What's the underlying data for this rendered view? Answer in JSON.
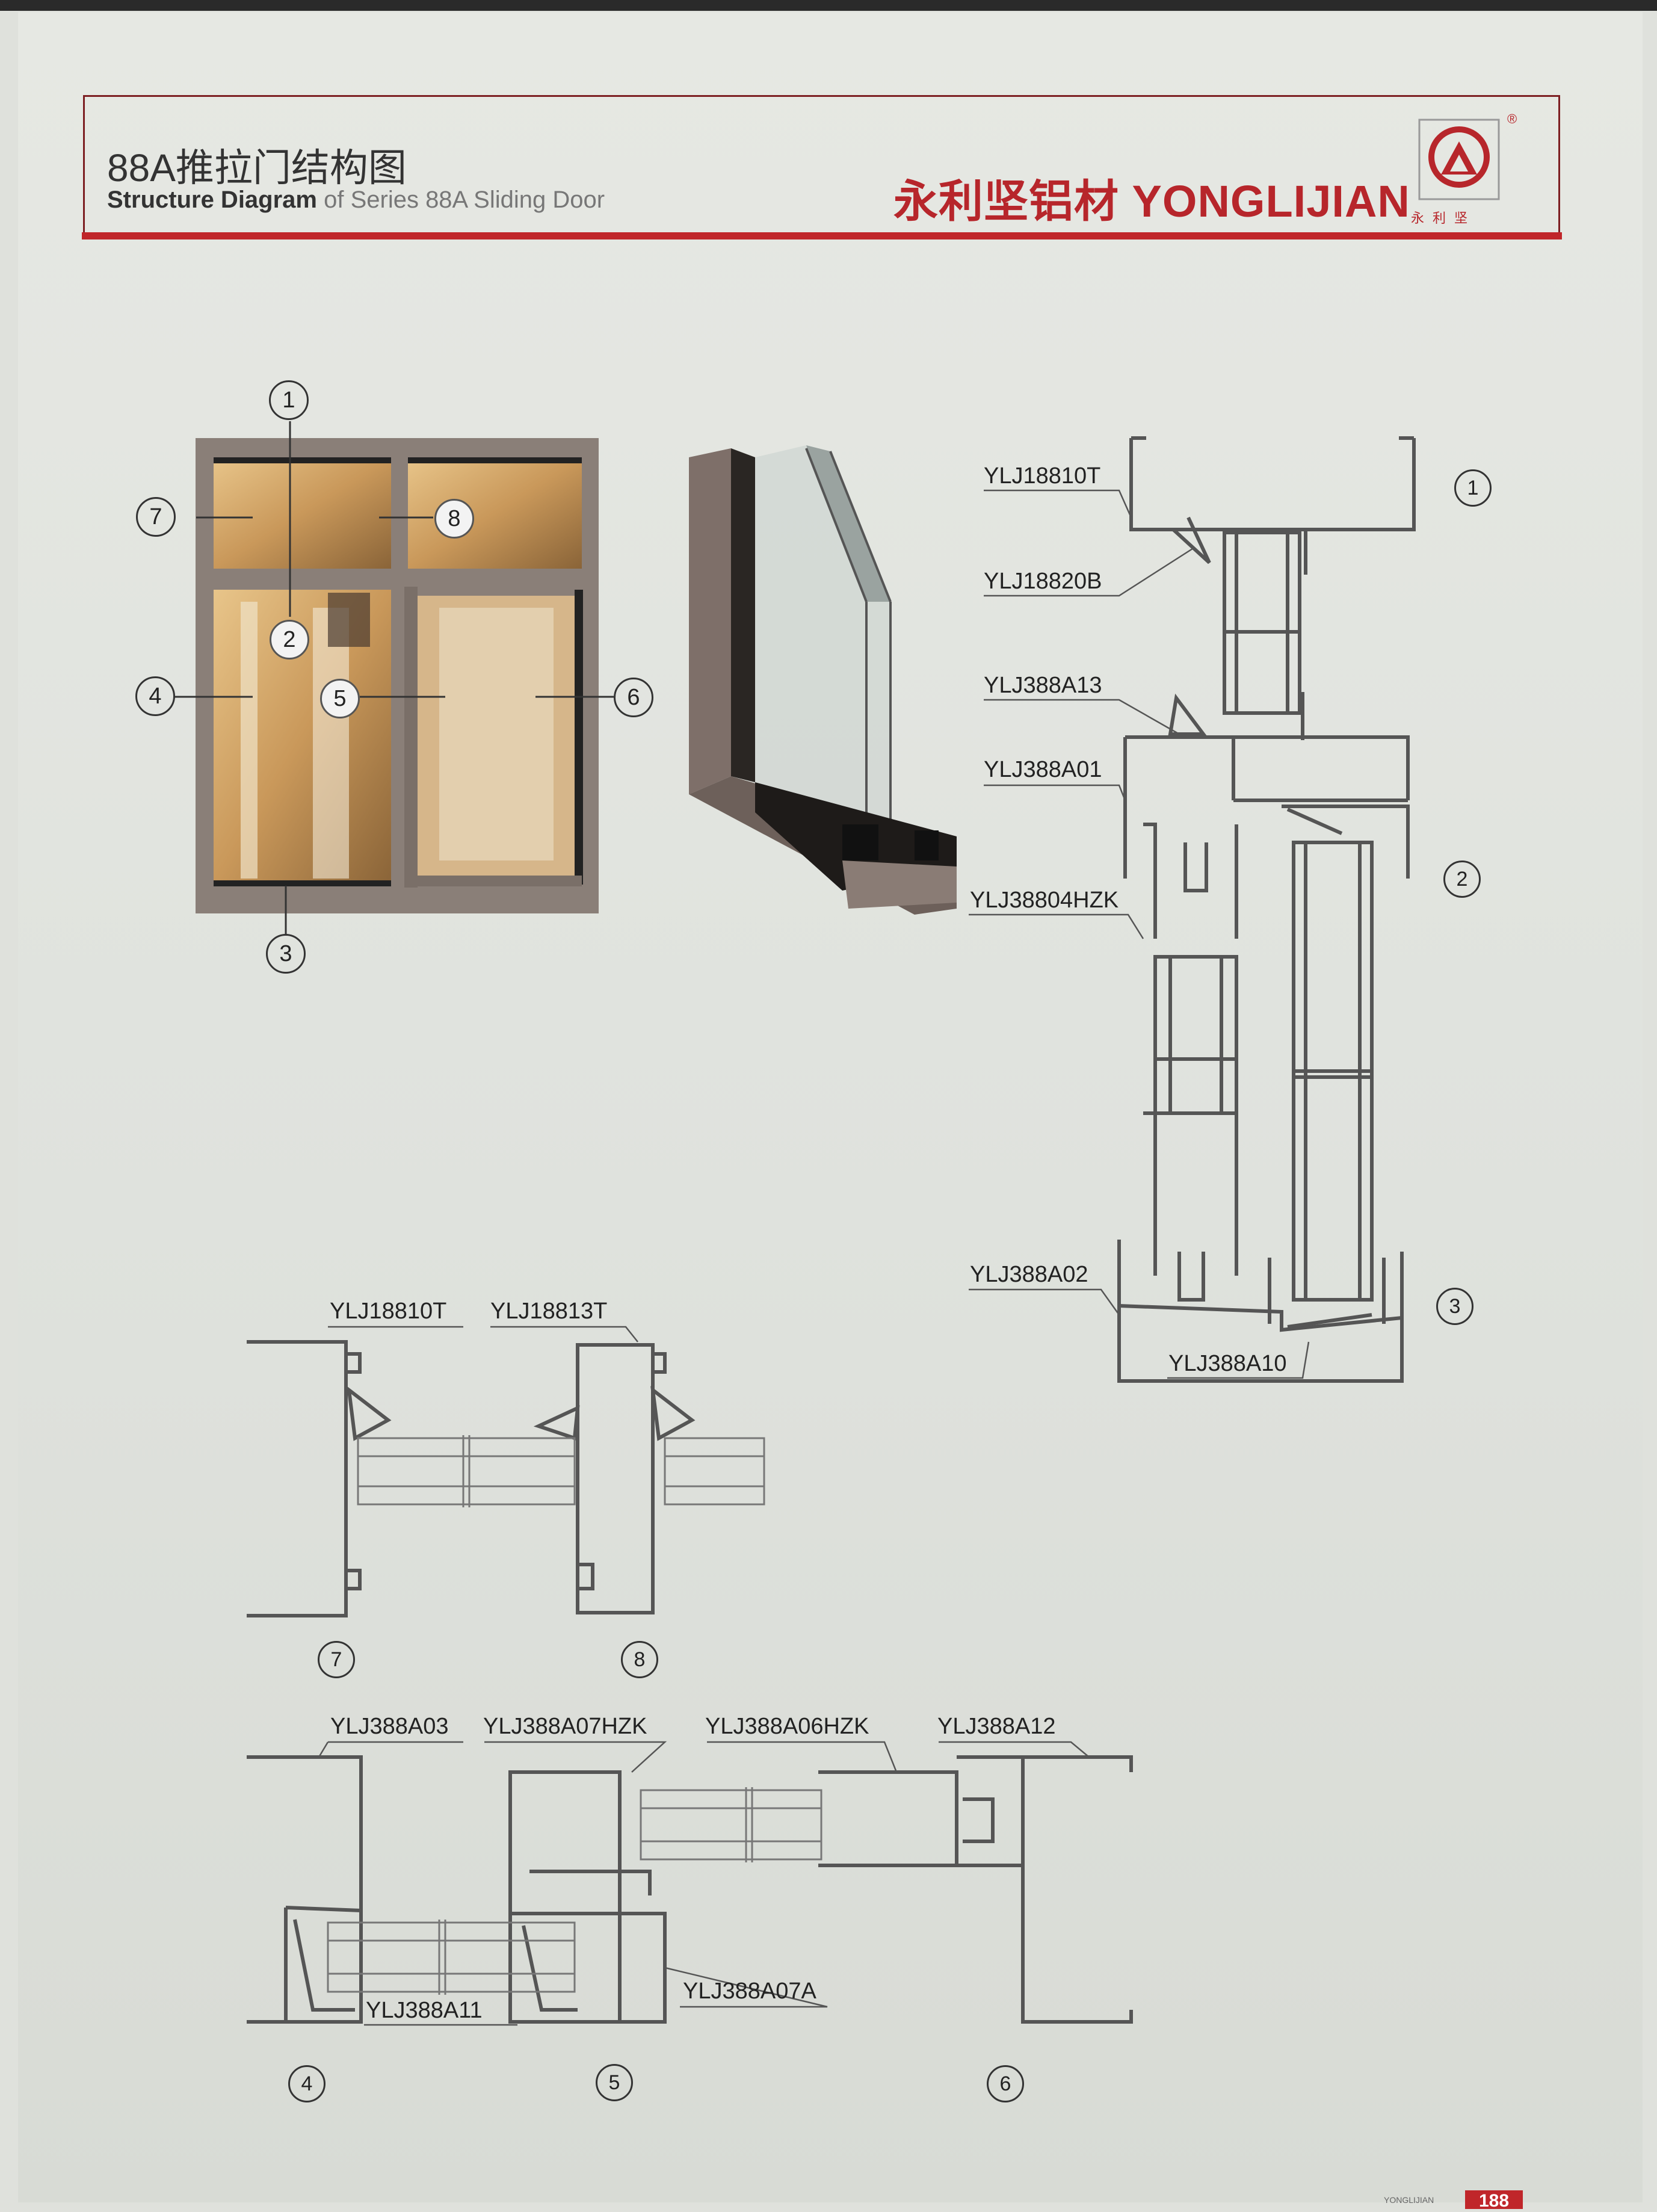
{
  "header": {
    "title_cn": "88A推拉门结构图",
    "title_en_bold": "Structure Diagram",
    "title_en_light": " of Series 88A Sliding Door",
    "brand": "永利坚铝材 YONGLIJIAN",
    "logo_sub": "永利坚",
    "registered": "®"
  },
  "window_callouts": [
    "1",
    "2",
    "3",
    "4",
    "5",
    "6",
    "7",
    "8"
  ],
  "section_v": {
    "labels": [
      "YLJ18810T",
      "YLJ18820B",
      "YLJ388A13",
      "YLJ388A01",
      "YLJ38804HZK",
      "YLJ388A02",
      "YLJ388A10"
    ],
    "markers": [
      "1",
      "2",
      "3"
    ]
  },
  "section_78": {
    "labels": [
      "YLJ18810T",
      "YLJ18813T"
    ],
    "markers": [
      "7",
      "8"
    ]
  },
  "section_456": {
    "labels": [
      "YLJ388A03",
      "YLJ388A07HZK",
      "YLJ388A06HZK",
      "YLJ388A12",
      "YLJ388A11",
      "YLJ388A07A"
    ],
    "markers": [
      "4",
      "5",
      "6"
    ]
  },
  "footer": {
    "brand_small": "YONGLIJIAN",
    "page_number": "188"
  },
  "colors": {
    "accent": "#c0262a",
    "frame": "#8a7f78",
    "line": "#555555"
  }
}
